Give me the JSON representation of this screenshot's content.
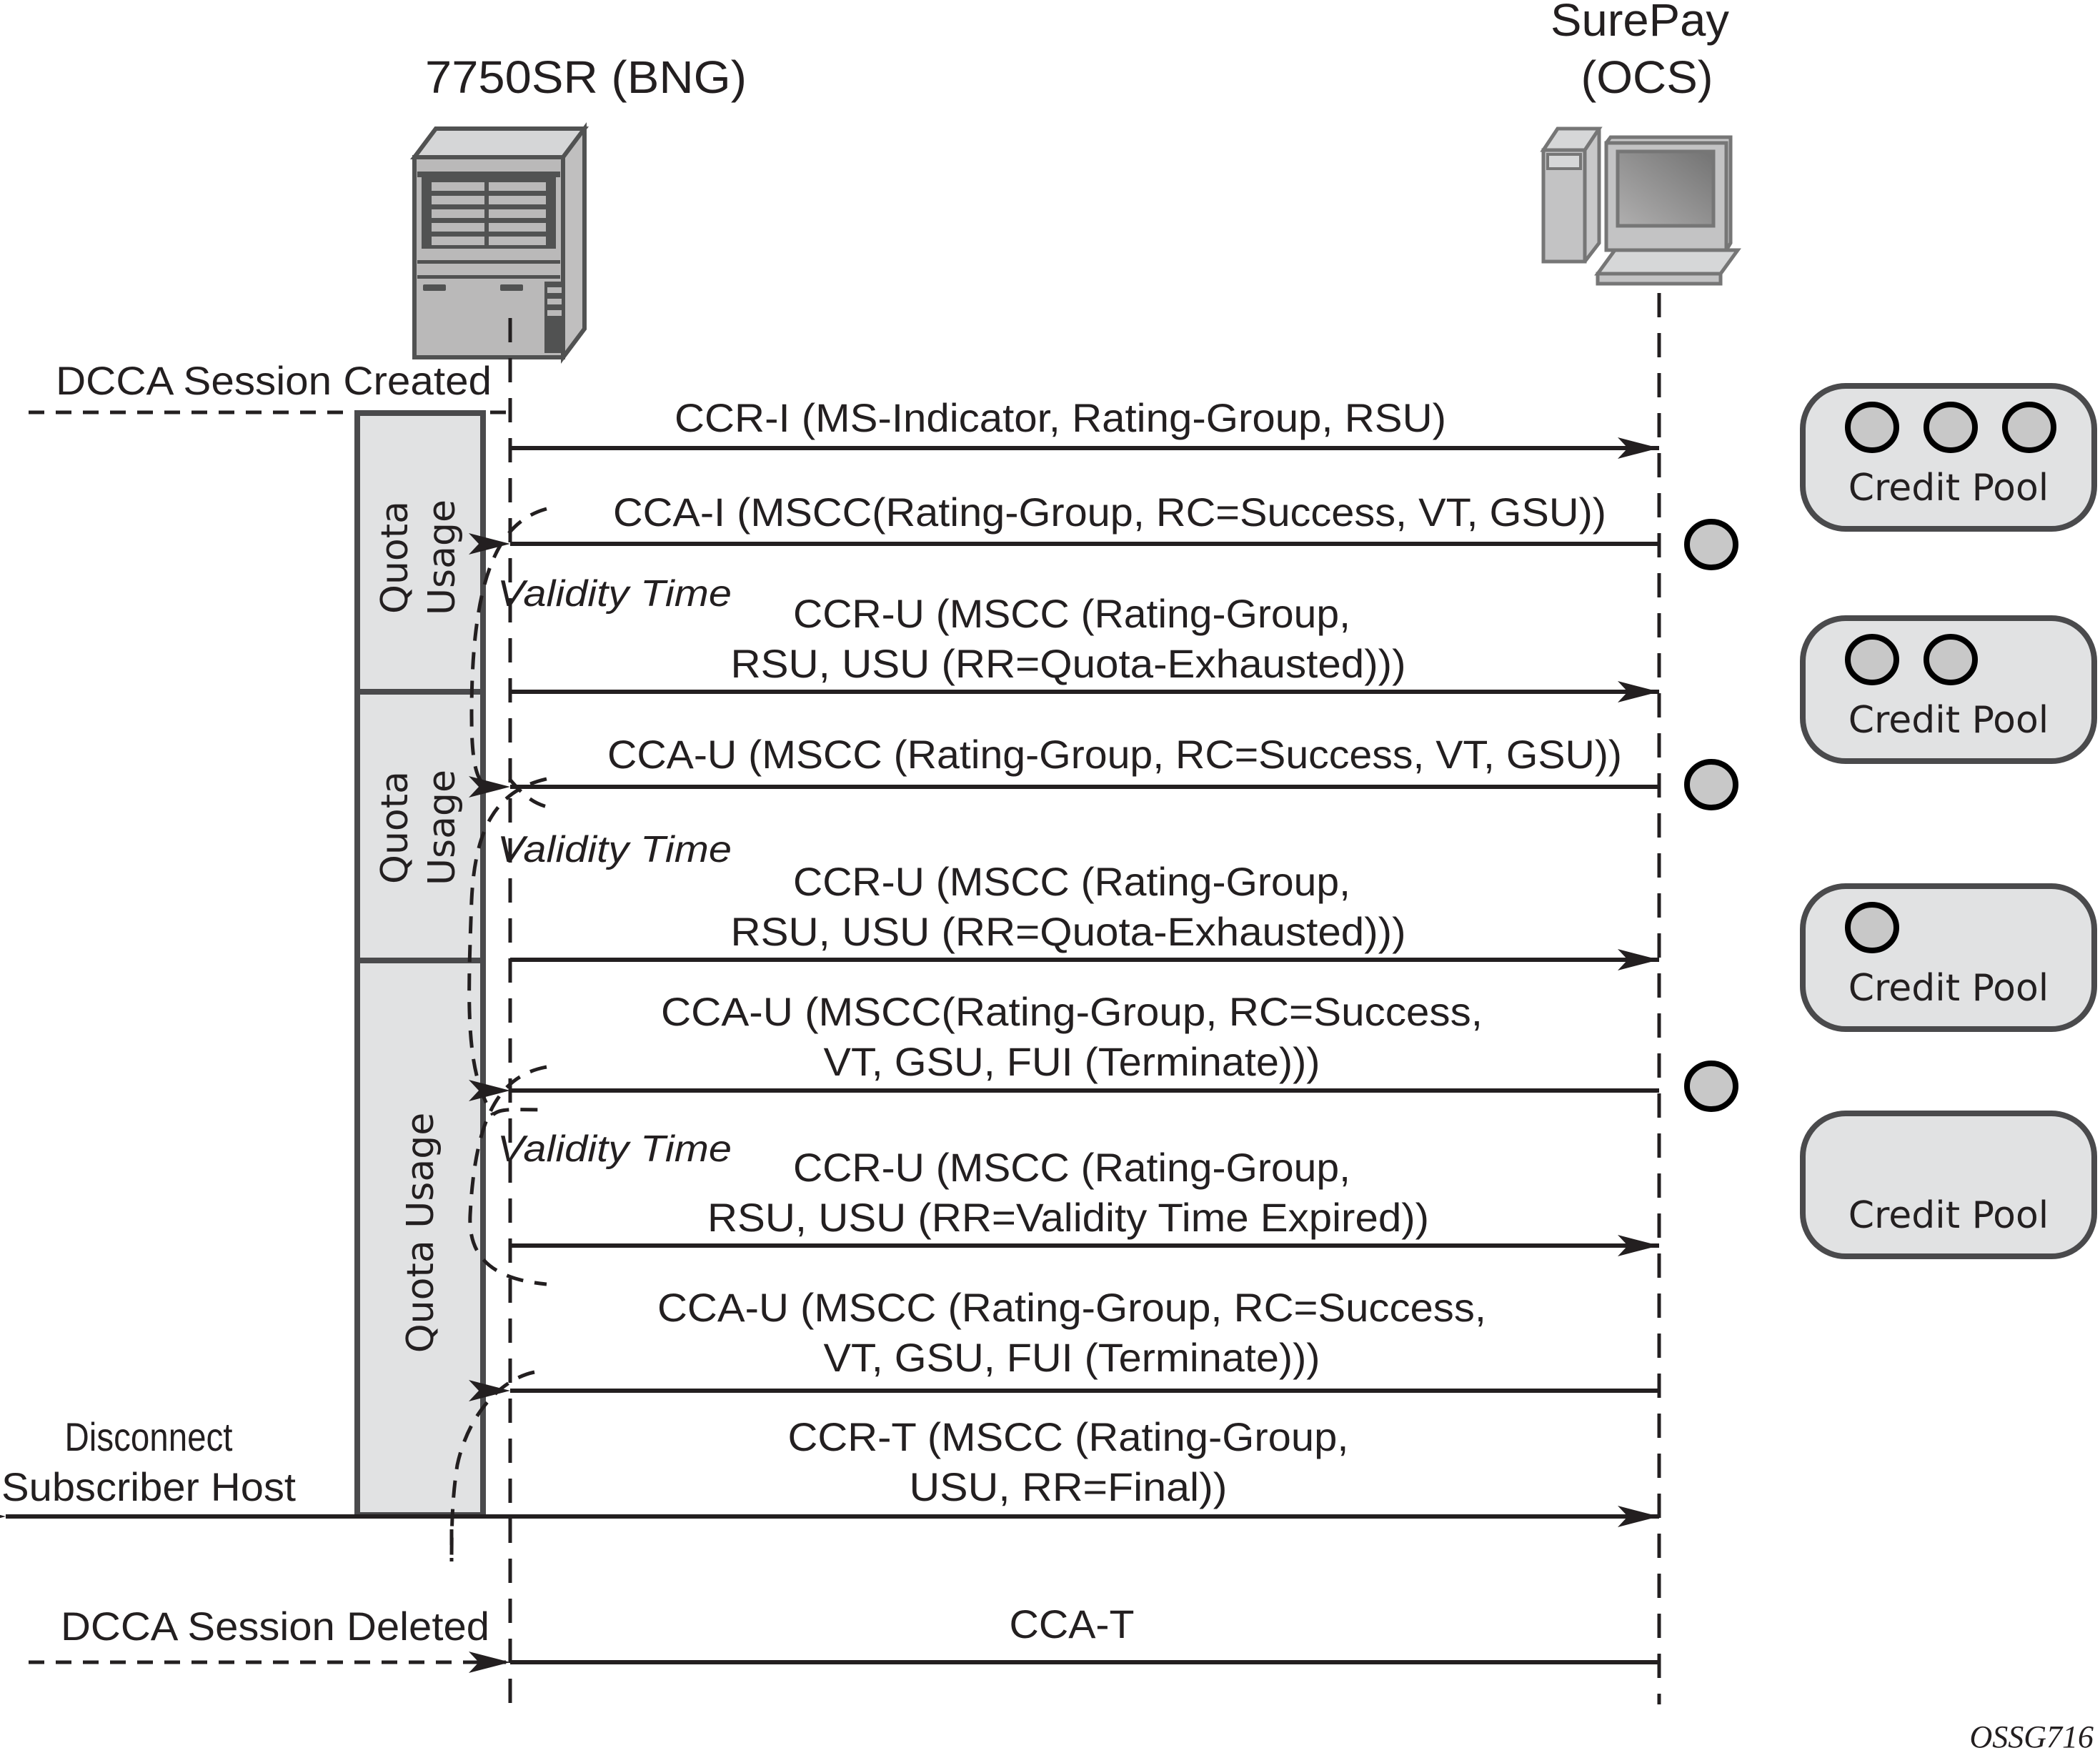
{
  "entities": {
    "bng": {
      "title": "7750SR (BNG)",
      "icon": "router-chassis-icon"
    },
    "ocs": {
      "title_line1": "SurePay",
      "title_line2": "(OCS)",
      "icon": "computer-workstation-icon"
    }
  },
  "session_events": {
    "created": "DCCA Session Created",
    "deleted": "DCCA Session Deleted",
    "disconnect_line1": "Disconnect",
    "disconnect_line2": "Subscriber Host"
  },
  "messages": [
    {
      "id": "ccr-i",
      "direction": "to-ocs",
      "lines": [
        "CCR-I (MS-Indicator, Rating-Group, RSU)"
      ]
    },
    {
      "id": "cca-i",
      "direction": "to-bng",
      "lines": [
        "CCA-I (MSCC(Rating-Group, RC=Success, VT, GSU))"
      ]
    },
    {
      "id": "ccr-u-1",
      "direction": "to-ocs",
      "lines": [
        "CCR-U (MSCC (Rating-Group,",
        "RSU, USU (RR=Quota-Exhausted)))"
      ]
    },
    {
      "id": "cca-u-1",
      "direction": "to-bng",
      "lines": [
        "CCA-U (MSCC (Rating-Group, RC=Success, VT, GSU))"
      ]
    },
    {
      "id": "ccr-u-2",
      "direction": "to-ocs",
      "lines": [
        "CCR-U (MSCC (Rating-Group,",
        "RSU, USU (RR=Quota-Exhausted)))"
      ]
    },
    {
      "id": "cca-u-2",
      "direction": "to-bng",
      "lines": [
        "CCA-U (MSCC(Rating-Group, RC=Success,",
        "VT, GSU, FUI (Terminate)))"
      ]
    },
    {
      "id": "ccr-u-3",
      "direction": "to-ocs",
      "lines": [
        "CCR-U (MSCC (Rating-Group,",
        "RSU, USU (RR=Validity Time Expired))"
      ]
    },
    {
      "id": "cca-u-3",
      "direction": "to-bng",
      "lines": [
        "CCA-U (MSCC (Rating-Group, RC=Success,",
        "VT, GSU, FUI (Terminate)))"
      ]
    },
    {
      "id": "ccr-t",
      "direction": "to-ocs",
      "lines": [
        "CCR-T (MSCC (Rating-Group,",
        "USU, RR=Final))"
      ]
    },
    {
      "id": "cca-t",
      "direction": "to-bng",
      "lines": [
        "CCA-T"
      ]
    }
  ],
  "validity_time_label": "Validity Time",
  "quota_blocks": [
    {
      "lines": [
        "Quota",
        "Usage"
      ]
    },
    {
      "lines": [
        "Quota",
        "Usage"
      ]
    },
    {
      "lines": [
        "Quota Usage"
      ]
    }
  ],
  "credit_pools": [
    {
      "label": "Credit Pool",
      "units_remaining": 3
    },
    {
      "label": "Credit Pool",
      "units_remaining": 2
    },
    {
      "label": "Credit Pool",
      "units_remaining": 1
    },
    {
      "label": "Credit Pool",
      "units_remaining": 0
    }
  ],
  "granted_units_count": 3,
  "figure_id": "OSSG716",
  "colors": {
    "ink": "#231f20",
    "block_fill": "#e1e2e3",
    "block_stroke": "#4a4a4c",
    "token_fill": "#c8c8c8",
    "icon_dark": "#515252",
    "icon_light": "#bab9b9"
  }
}
